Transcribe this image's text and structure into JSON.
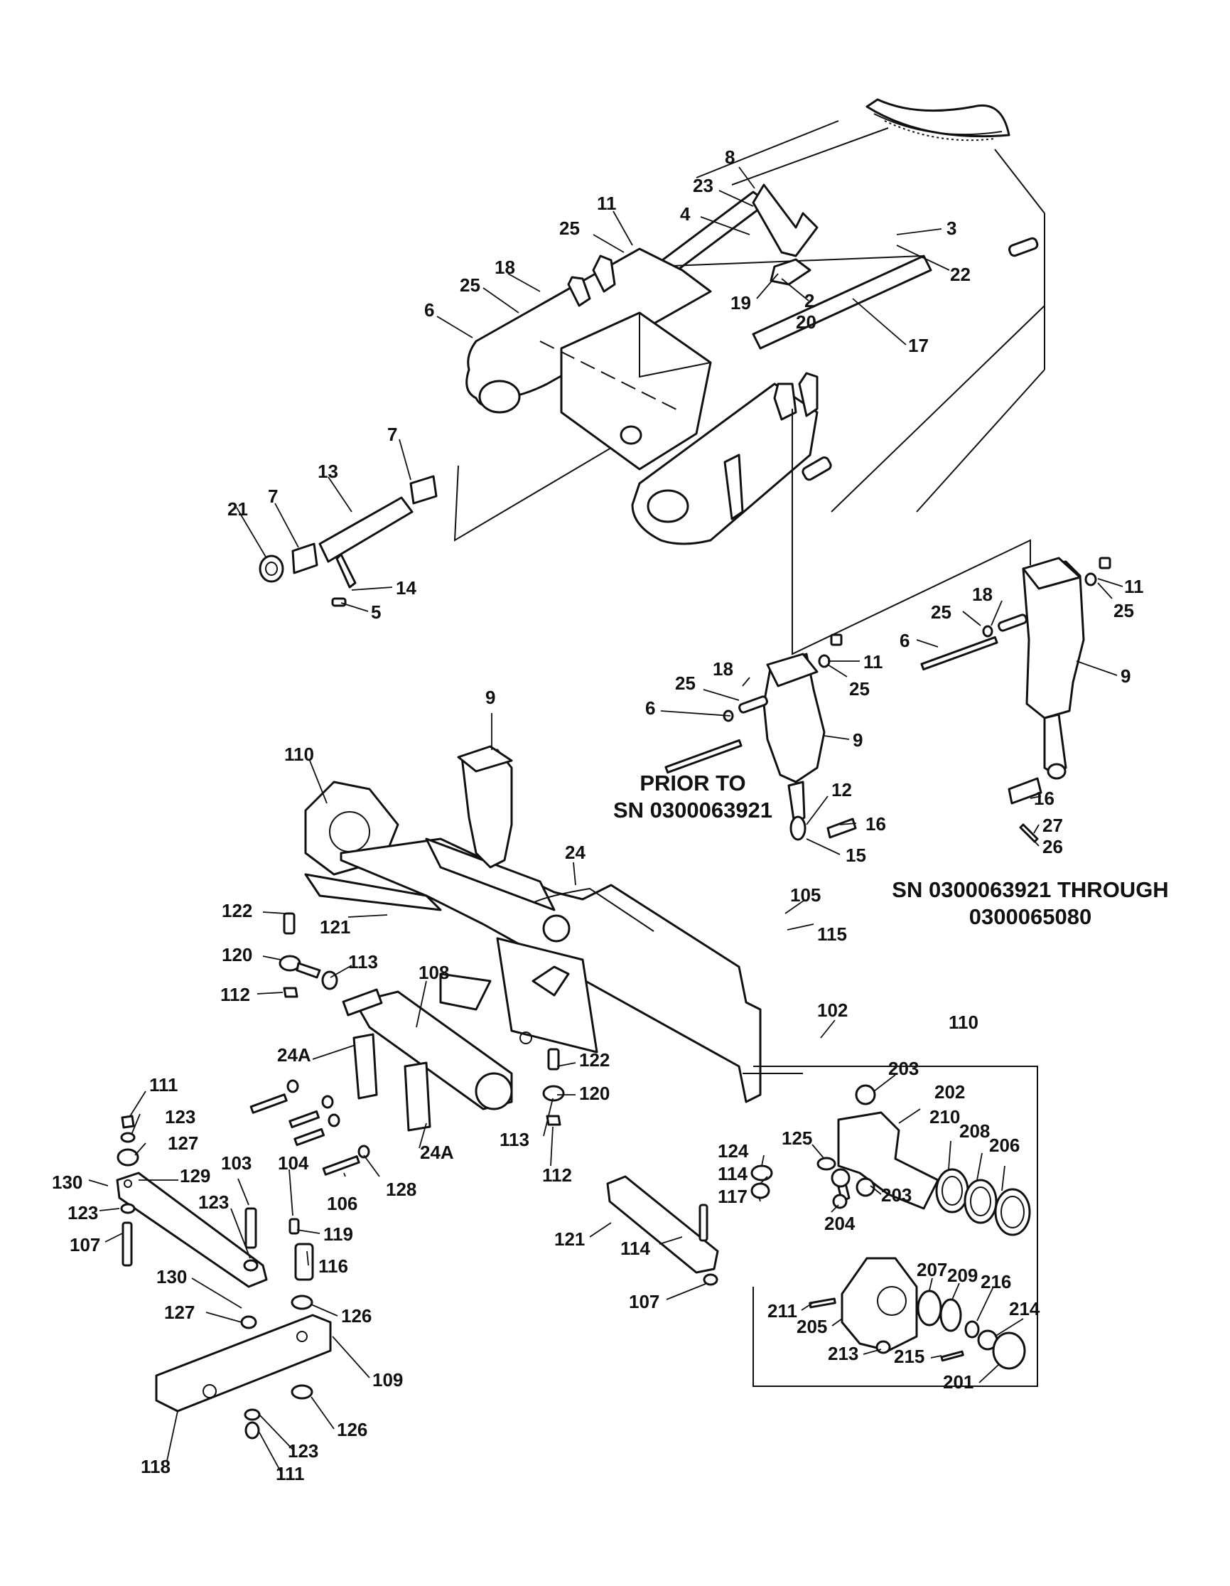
{
  "captions": {
    "prior_line1": "PRIOR TO",
    "prior_line2": "SN 0300063921",
    "through_line1": "SN 0300063921 THROUGH",
    "through_line2": "0300065080"
  },
  "callouts": [
    "8",
    "23",
    "4",
    "11",
    "25",
    "3",
    "22",
    "18",
    "25",
    "6",
    "19",
    "2",
    "20",
    "17",
    "7",
    "13",
    "7",
    "21",
    "14",
    "5",
    "11",
    "25",
    "18",
    "25",
    "6",
    "9",
    "6",
    "25",
    "18",
    "11",
    "25",
    "9",
    "12",
    "16",
    "15",
    "16",
    "27",
    "26",
    "9",
    "110",
    "24",
    "105",
    "115",
    "122",
    "121",
    "120",
    "113",
    "112",
    "108",
    "102",
    "110",
    "24A",
    "122",
    "120",
    "113",
    "112",
    "24A",
    "128",
    "106",
    "111",
    "123",
    "127",
    "130",
    "129",
    "123",
    "107",
    "103",
    "123",
    "104",
    "119",
    "116",
    "130",
    "127",
    "126",
    "109",
    "126",
    "123",
    "111",
    "118",
    "203",
    "202",
    "210",
    "208",
    "206",
    "124",
    "114",
    "125",
    "117",
    "203",
    "204",
    "121",
    "114",
    "107",
    "207",
    "209",
    "216",
    "214",
    "211",
    "205",
    "213",
    "215",
    "201"
  ]
}
